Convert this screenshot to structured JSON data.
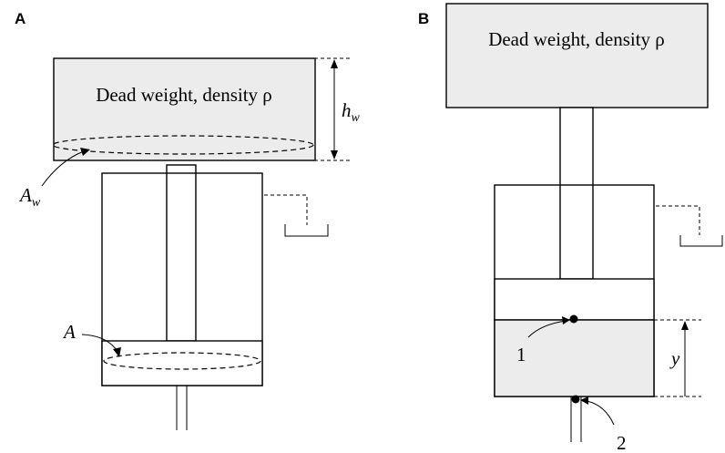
{
  "panels": {
    "a": {
      "letter": "A",
      "weight_label": "Dead weight, density ρ",
      "height_symbol": "h",
      "height_subscript": "w",
      "area_w_symbol": "A",
      "area_w_subscript": "w",
      "area_symbol": "A"
    },
    "b": {
      "letter": "B",
      "weight_label": "Dead weight, density ρ",
      "point_1": "1",
      "point_2": "2",
      "position_symbol": "y"
    }
  },
  "colors": {
    "weight_fill": "#ececec",
    "fluid_fill": "#ececec",
    "line": "#000000",
    "background": "#ffffff"
  }
}
